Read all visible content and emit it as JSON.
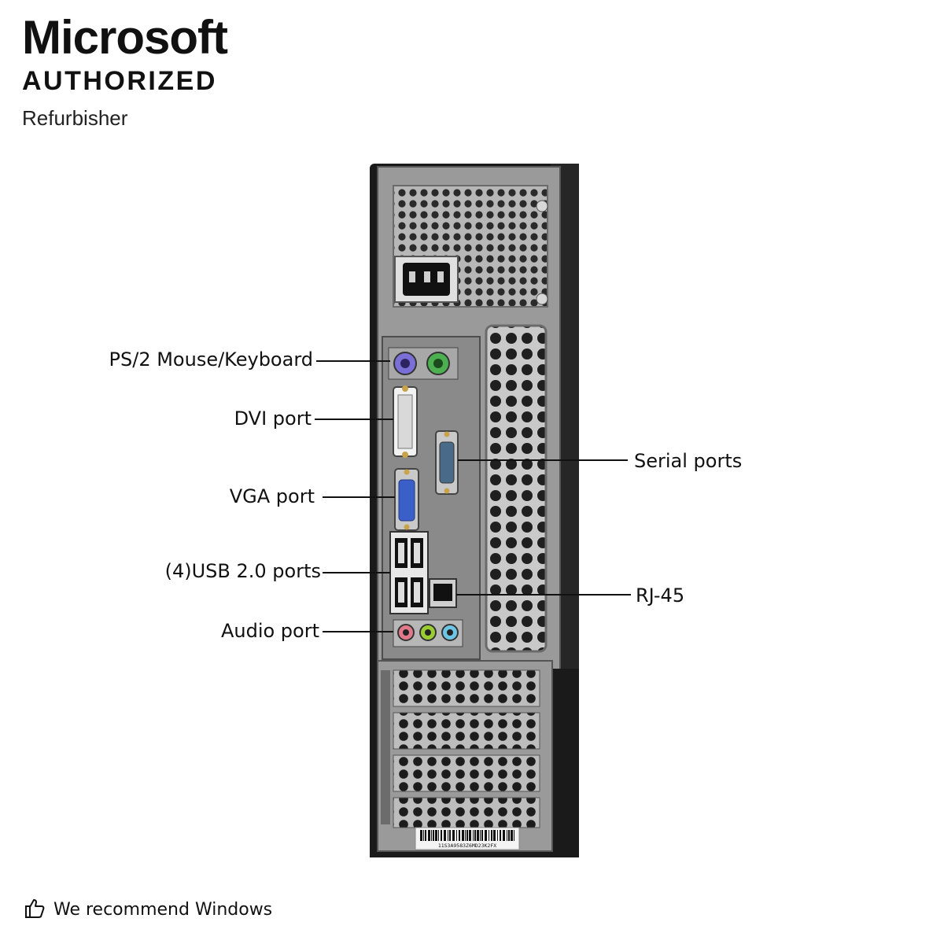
{
  "badge": {
    "brand": "Microsoft",
    "authorized": "AUTHORIZED",
    "refurbisher": "Refurbisher"
  },
  "callouts": {
    "ps2": "PS/2 Mouse/Keyboard",
    "dvi": "DVI port",
    "serial": "Serial ports",
    "vga": "VGA port",
    "usb": "(4)USB 2.0 ports",
    "rj45": "RJ-45",
    "audio": "Audio port"
  },
  "barcode_text": "11S3A9583Z6MD23K2FX",
  "footer": {
    "icon": "thumbs-up-icon",
    "text": "We recommend Windows"
  },
  "colors": {
    "chassis": "#1a1a1a",
    "panel": "#8e8e8e",
    "ps2_mouse": "#7a6fd6",
    "ps2_keyboard": "#4caf50",
    "vga_blue": "#3a5fc8",
    "audio_pink": "#e07a8a",
    "audio_green": "#9acd32",
    "audio_blue": "#6ec6e6"
  }
}
